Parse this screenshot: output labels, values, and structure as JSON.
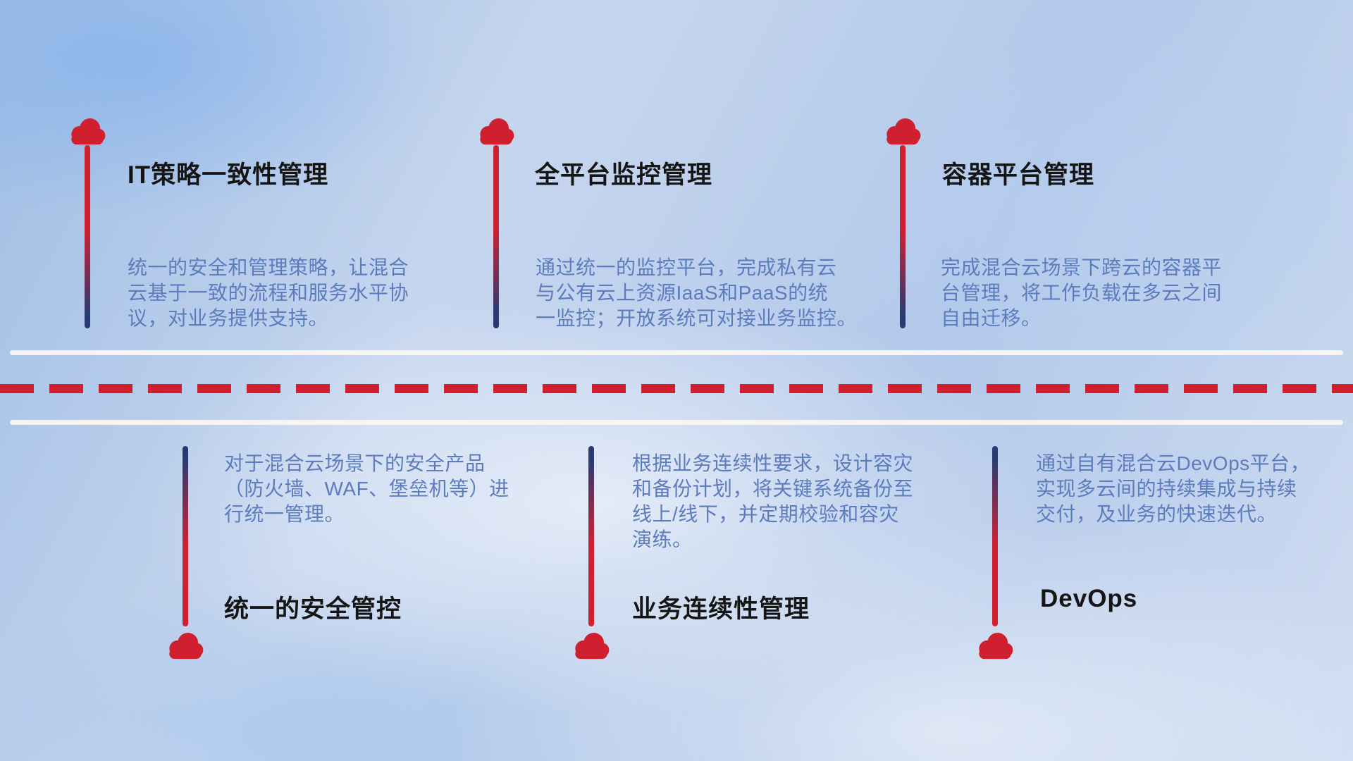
{
  "colors": {
    "red": "#d02030",
    "navy": "#2c3a72",
    "desc_blue": "#5c7cbe",
    "title_black": "#151515"
  },
  "top_items": [
    {
      "title": "IT策略一致性管理",
      "desc": "统一的安全和管理策略，让混合\n云基于一致的流程和服务水平协\n议，对业务提供支持。"
    },
    {
      "title": "全平台监控管理",
      "desc": "通过统一的监控平台，完成私有云\n与公有云上资源IaaS和PaaS的统\n一监控；开放系统可对接业务监控。"
    },
    {
      "title": "容器平台管理",
      "desc": "完成混合云场景下跨云的容器平\n台管理，将工作负载在多云之间\n自由迁移。"
    }
  ],
  "bottom_items": [
    {
      "title": "统一的安全管控",
      "desc": "对于混合云场景下的安全产品\n（防火墙、WAF、堡垒机等）进\n行统一管理。"
    },
    {
      "title": "业务连续性管理",
      "desc": "根据业务连续性要求，设计容灾\n和备份计划，将关键系统备份至\n线上/线下，并定期校验和容灾\n演练。"
    },
    {
      "title": "DevOps",
      "desc": "通过自有混合云DevOps平台，\n实现多云间的持续集成与持续\n交付，及业务的快速迭代。"
    }
  ]
}
